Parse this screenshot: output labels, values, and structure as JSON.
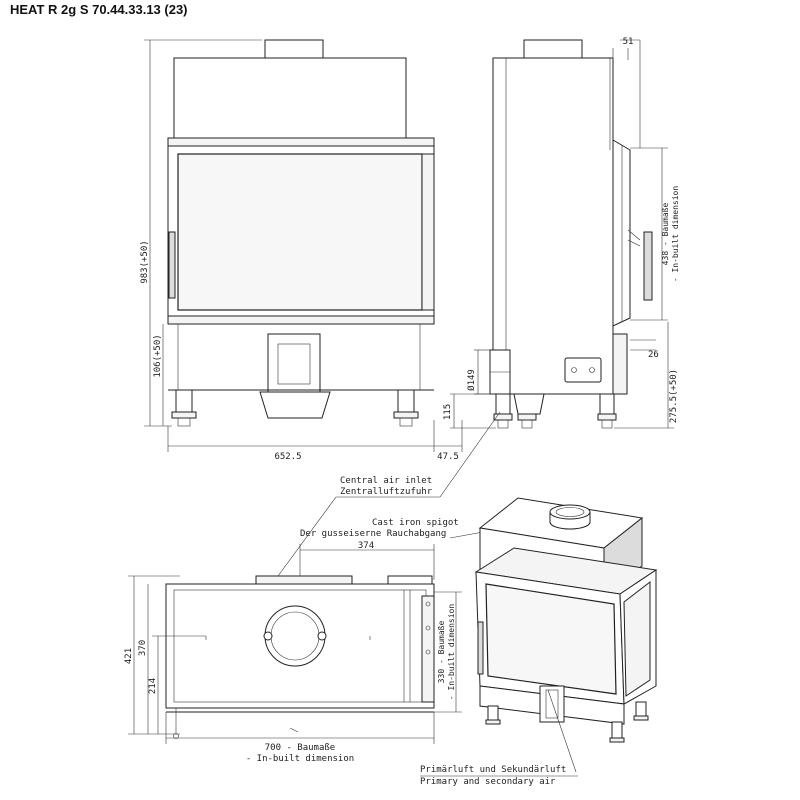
{
  "title": "HEAT R 2g S 70.44.33.13 (23)",
  "front_view": {
    "height_label": "983(+50)",
    "lower_height_label": "106(+50)",
    "width_label": "652.5",
    "offset_label": "47.5"
  },
  "side_view": {
    "top_offset_label": "51",
    "builtin_height_label": "438 - Baumaße",
    "builtin_height_sub": "- In-built dimension",
    "small_label": "26",
    "diameter_label": "Ø149",
    "base_label": "115",
    "bottom_height_label": "275.5(+50)"
  },
  "plan_view": {
    "spigot_offset_label": "374",
    "depth_label": "421",
    "inner_depth_label": "370",
    "offset_label": "214",
    "builtin_depth_label": "330 - Baumaße",
    "builtin_depth_sub": "- In-built dimension",
    "width_label": "700 - Baumaße",
    "width_sub": "- In-built dimension"
  },
  "callouts": {
    "air_inlet_en": "Central air inlet",
    "air_inlet_de": "Zentralluftzufuhr",
    "spigot_en": "Cast iron spigot",
    "spigot_de": "Der gusseiserne Rauchabgang",
    "air_de": "Primärluft und Sekundärluft",
    "air_en": "Primary and secondary air"
  }
}
